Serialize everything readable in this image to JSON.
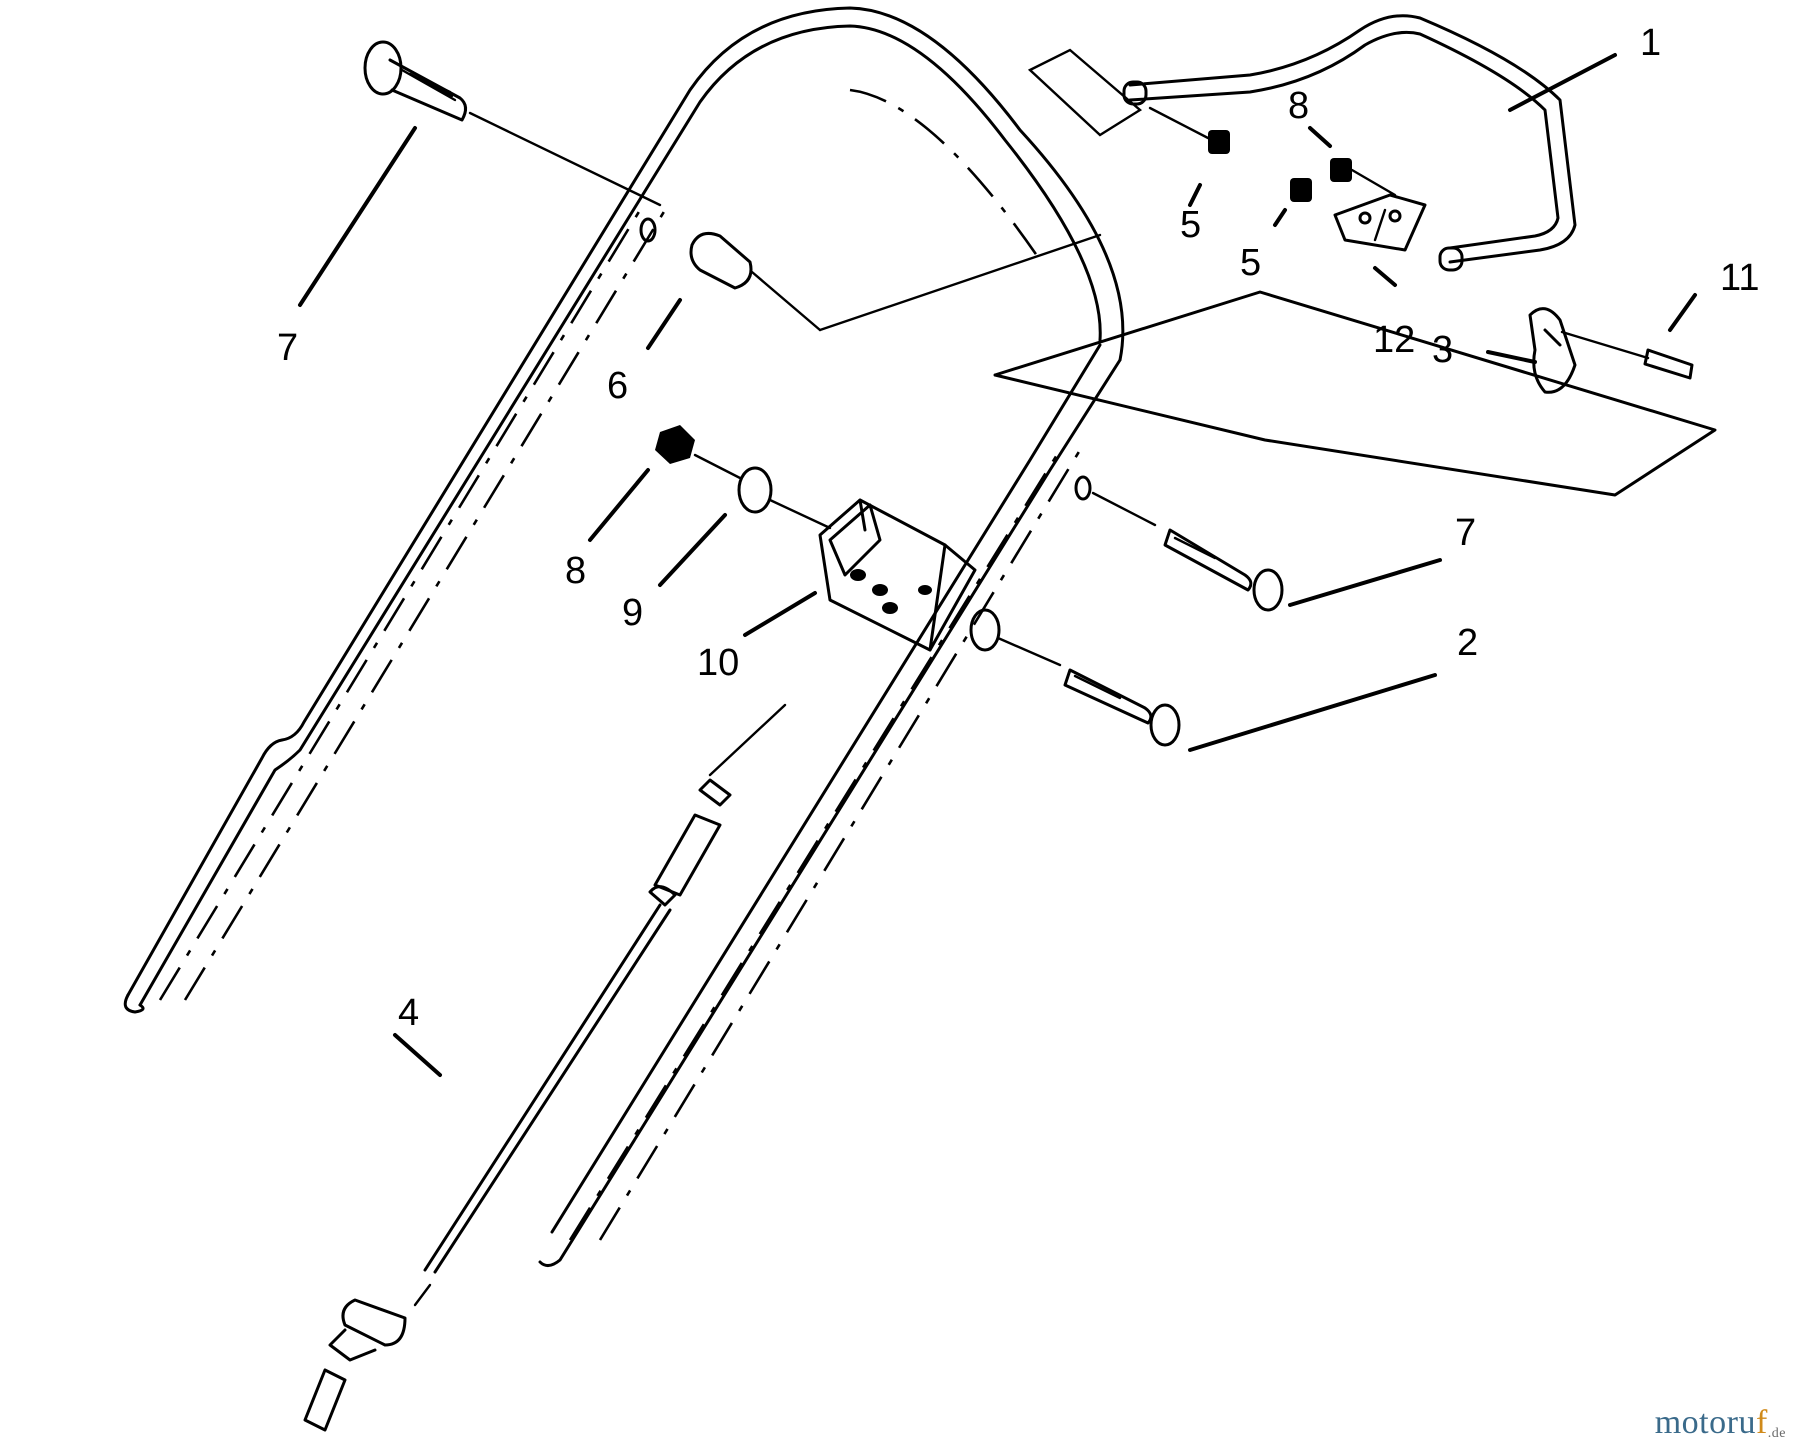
{
  "diagram": {
    "callouts": {
      "c1": "1",
      "c2": "2",
      "c3": "3",
      "c4": "4",
      "c5a": "5",
      "c5b": "5",
      "c6": "6",
      "c7a": "7",
      "c7b": "7",
      "c8a": "8",
      "c8b": "8",
      "c9": "9",
      "c10": "10",
      "c11": "11",
      "c12": "12"
    }
  },
  "watermark": {
    "main": "motoru",
    "accent": "f",
    "tld": ".de"
  }
}
